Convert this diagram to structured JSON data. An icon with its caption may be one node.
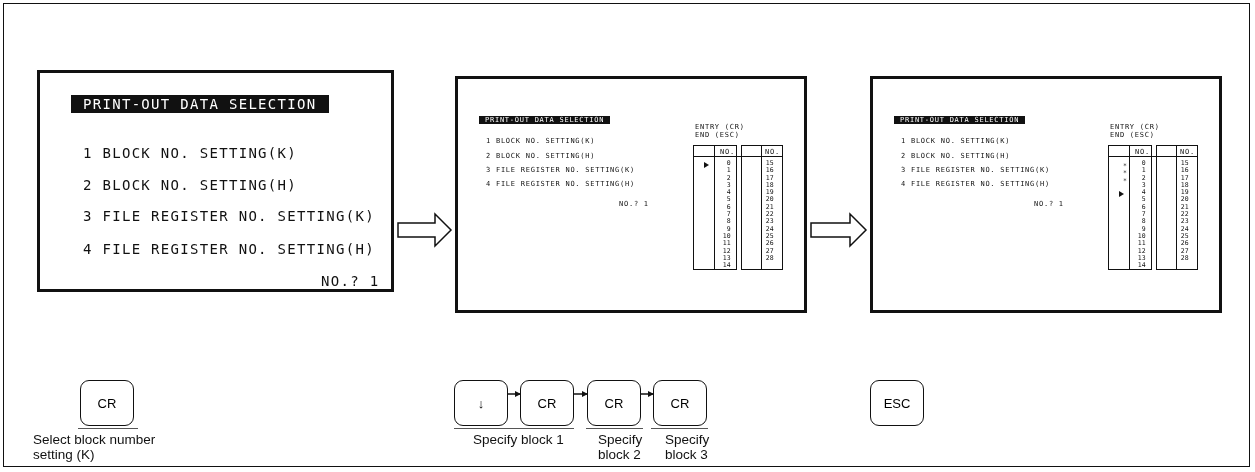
{
  "diagram": {
    "nodes": [
      {
        "text": [
          "PRINT-OUT DATA SELECTION",
          "1 BLOCK NO. SETTING(K)",
          "2 BLOCK NO. SETTING(H)",
          "3 FILE REGISTER NO. SETTING(K)",
          "4 FILE REGISTER NO. SETTING(H)",
          "NO.? 1"
        ]
      },
      {
        "text": [
          "PRINT-OUT DATA SELECTION",
          "1 BLOCK NO. SETTING(K)",
          "2 BLOCK NO. SETTING(H)",
          "3 FILE REGISTER NO. SETTING(K)",
          "4 FILE REGISTER NO. SETTING(H)",
          "NO.? 1",
          "ENTRY (CR)",
          "END (ESC)",
          "NO.",
          "NO.",
          "0 1 2 3 4 5 6 7 8 9 10 11 12 13 14",
          "15 16 17 18 19 20 21 22 23 24 25 26 27 28"
        ]
      },
      {
        "text": [
          "PRINT-OUT DATA SELECTION",
          "1 BLOCK NO. SETTING(K)",
          "2 BLOCK NO. SETTING(H)",
          "3 FILE REGISTER NO. SETTING(K)",
          "4 FILE REGISTER NO. SETTING(H)",
          "NO.? 1",
          "ENTRY (CR)",
          "END (ESC)",
          "NO.",
          "NO.",
          "* * *",
          "0 1 2 3 4 5 6 7 8 9 10 11 12 13 14",
          "15 16 17 18 19 20 21 22 23 24 25 26 27 28"
        ]
      },
      {
        "text": [
          "CR"
        ],
        "beside": [
          "Select block number setting (K)"
        ]
      },
      {
        "text": [
          "↓"
        ]
      },
      {
        "text": [
          "CR"
        ]
      },
      {
        "text": [
          "CR"
        ],
        "beside": [
          "Specify block 2"
        ]
      },
      {
        "text": [
          "CR"
        ],
        "beside": [
          "Specify block 3"
        ]
      },
      {
        "text": [
          "ESC"
        ]
      }
    ],
    "edges": [
      {
        "from": 0,
        "to": 1,
        "arrow": "to"
      },
      {
        "from": 1,
        "to": 2,
        "arrow": "to"
      },
      {
        "from": 4,
        "to": 5,
        "arrow": "to"
      },
      {
        "from": 5,
        "to": 6,
        "arrow": "to"
      },
      {
        "from": 6,
        "to": 7,
        "arrow": "to"
      }
    ],
    "labels": [
      "Specify block 1"
    ]
  }
}
